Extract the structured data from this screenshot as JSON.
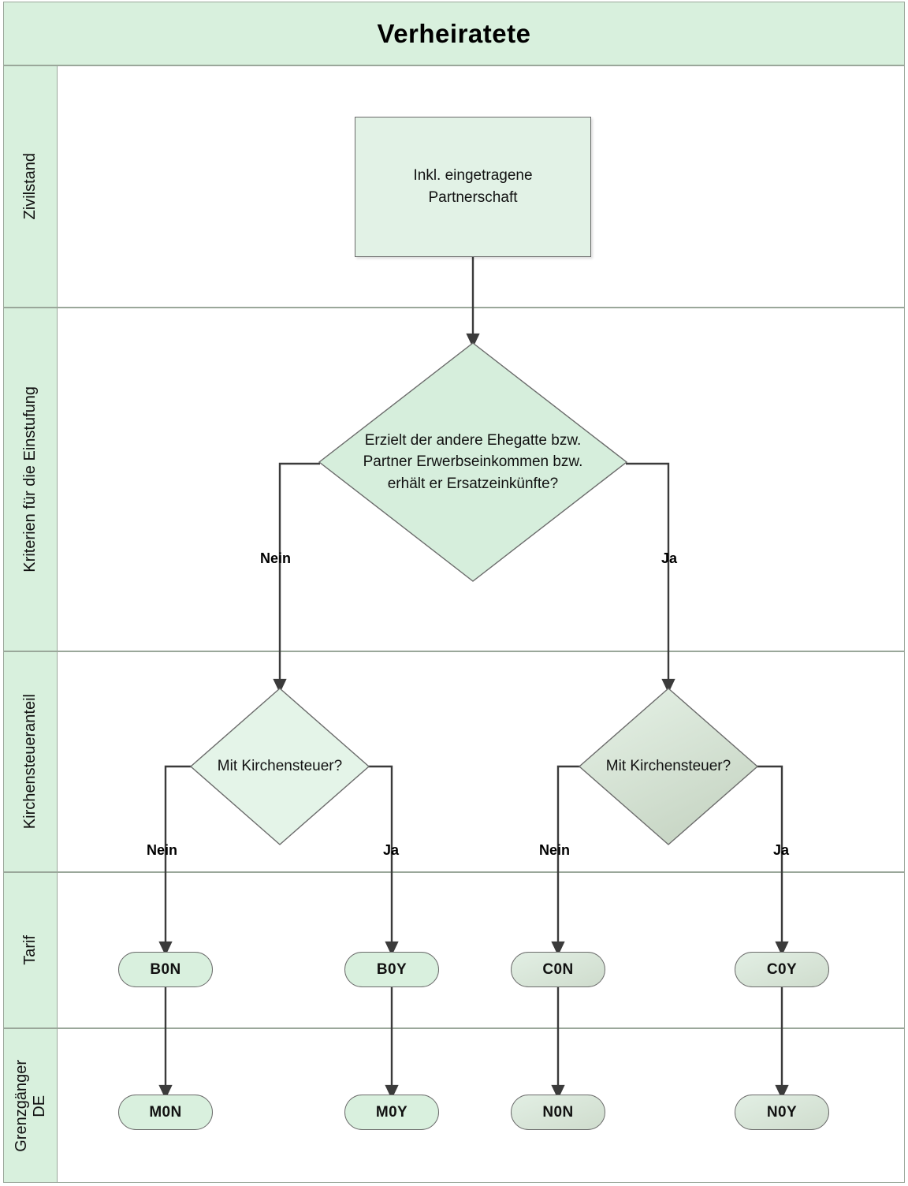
{
  "header": {
    "title": "Verheiratete"
  },
  "lanes": [
    {
      "id": "zivilstand",
      "label": "Zivilstand"
    },
    {
      "id": "kriterien",
      "label": "Kriterien für die Einstufung"
    },
    {
      "id": "kirchensteuer",
      "label": "Kirchensteueranteil"
    },
    {
      "id": "tarif",
      "label": "Tarif"
    },
    {
      "id": "grenzgaenger",
      "label": "Grenzgänger\nDE"
    }
  ],
  "nodes": {
    "start_box": {
      "text": "Inkl. eingetragene\nPartnerschaft"
    },
    "decision_income": {
      "text": "Erzielt der andere Ehegatte bzw.\nPartner Erwerbseinkommen bzw.\nerhält er Ersatzeinkünfte?"
    },
    "decision_church_left": {
      "text": "Mit Kirchensteuer?"
    },
    "decision_church_right": {
      "text": "Mit Kirchensteuer?"
    }
  },
  "edge_labels": {
    "income_no": "Nein",
    "income_yes": "Ja",
    "church_left_no": "Nein",
    "church_left_yes": "Ja",
    "church_right_no": "Nein",
    "church_right_yes": "Ja"
  },
  "tarif_codes": [
    {
      "id": "b0n",
      "label": "B0N",
      "style": "light"
    },
    {
      "id": "b0y",
      "label": "B0Y",
      "style": "light"
    },
    {
      "id": "c0n",
      "label": "C0N",
      "style": "dark"
    },
    {
      "id": "c0y",
      "label": "C0Y",
      "style": "dark"
    }
  ],
  "grenzgaenger_codes": [
    {
      "id": "m0n",
      "label": "M0N",
      "style": "light"
    },
    {
      "id": "m0y",
      "label": "M0Y",
      "style": "light"
    },
    {
      "id": "n0n",
      "label": "N0N",
      "style": "dark"
    },
    {
      "id": "n0y",
      "label": "N0Y",
      "style": "dark"
    }
  ],
  "colors": {
    "lane_fill": "#d8f0dd",
    "node_fill_light": "#e2f2e6",
    "node_fill_dark": "#cfdccd",
    "border": "#6b6b6b",
    "lane_border": "#9aa79a",
    "connector": "#3b3b3b"
  }
}
